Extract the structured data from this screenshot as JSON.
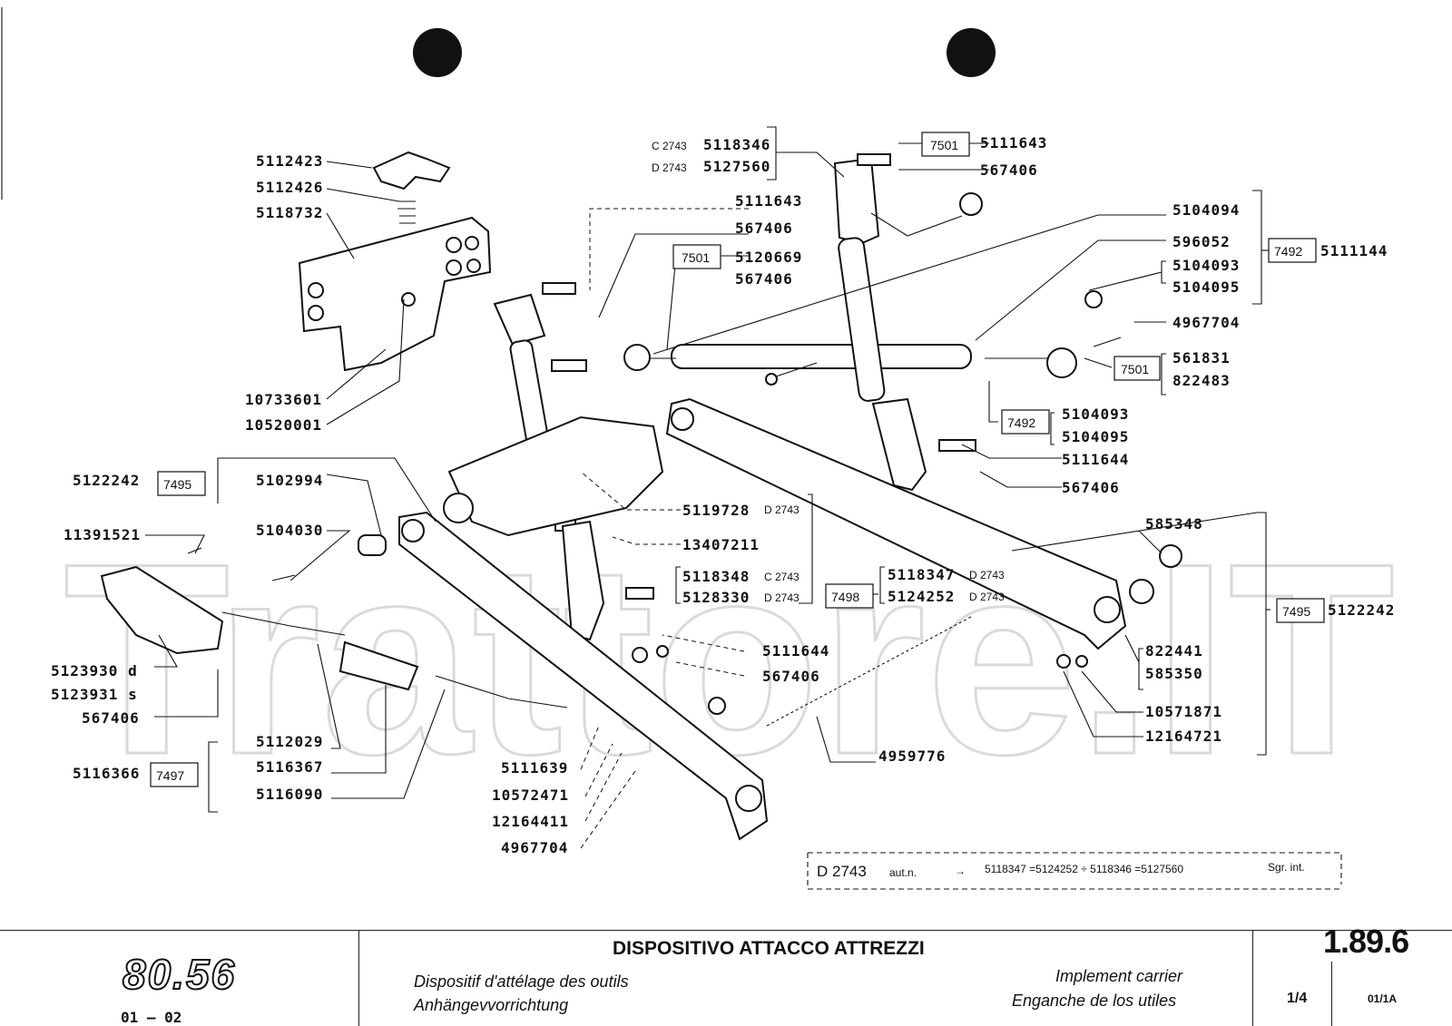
{
  "title": {
    "main": "DISPOSITIVO ATTACCO ATTREZZI",
    "fr": "Dispositif d'attélage des outils",
    "de": "Anhängevvorrichtung",
    "en": "Implement carrier",
    "es": "Enganche de los utiles"
  },
  "model": {
    "logo": "80.56",
    "range": "01 – 02"
  },
  "page": {
    "number": "1.89.6",
    "sheet": "1/4",
    "code": "01/1A"
  },
  "watermark": "Trattore.IT",
  "note": {
    "model": "D 2743",
    "qualifier": "aut.n.",
    "arrow": "→",
    "text": "5118347 =5124252 ÷ 5118346 =5127560",
    "suffix": "Sgr. int."
  },
  "boxes": [
    "7501",
    "7501",
    "7492",
    "7501",
    "7492",
    "7495",
    "7498",
    "7495",
    "7497"
  ],
  "labels": {
    "l5112423": "5112423",
    "l5112426": "5112426",
    "l5118732": "5118732",
    "l10733601": "10733601",
    "l10520001": "10520001",
    "l5122242a": "5122242",
    "l5102994": "5102994",
    "l11391521": "11391521",
    "l5104030": "5104030",
    "l5123930": "5123930 d",
    "l5123931": "5123931 s",
    "l567406a": "567406",
    "l5112029": "5112029",
    "l5116366": "5116366",
    "l5116367": "5116367",
    "l5116090": "5116090",
    "l5111639": "5111639",
    "l10572471": "10572471",
    "l12164411": "12164411",
    "l4967704a": "4967704",
    "c2743": "C 2743",
    "d2743": "D 2743",
    "l5118346": "5118346",
    "l5127560": "5127560",
    "l5111643a": "5111643",
    "l567406b": "567406",
    "l5120669": "5120669",
    "l567406c": "567406",
    "l5111643b": "5111643",
    "l567406d": "567406",
    "l5104094": "5104094",
    "l596052": "596052",
    "l5104093a": "5104093",
    "l5104095a": "5104095",
    "l5111144": "5111144",
    "l4967704b": "4967704",
    "l561831": "561831",
    "l822483": "822483",
    "l5104093b": "5104093",
    "l5104095b": "5104095",
    "l5111644a": "5111644",
    "l567406e": "567406",
    "l5119728": "5119728",
    "d2743b": "D 2743",
    "l13407211": "13407211",
    "l5118348": "5118348",
    "c2743b": "C 2743",
    "l5128330": "5128330",
    "d2743c": "D 2743",
    "l5118347": "5118347",
    "d2743d": "D 2743",
    "l5124252": "5124252",
    "d2743e": "D 2743",
    "l5111644b": "5111644",
    "l567406f": "567406",
    "l585348": "585348",
    "l5122242b": "5122242",
    "l822441": "822441",
    "l585350": "585350",
    "l10571871": "10571871",
    "l12164721": "12164721",
    "l4959776": "4959776"
  }
}
